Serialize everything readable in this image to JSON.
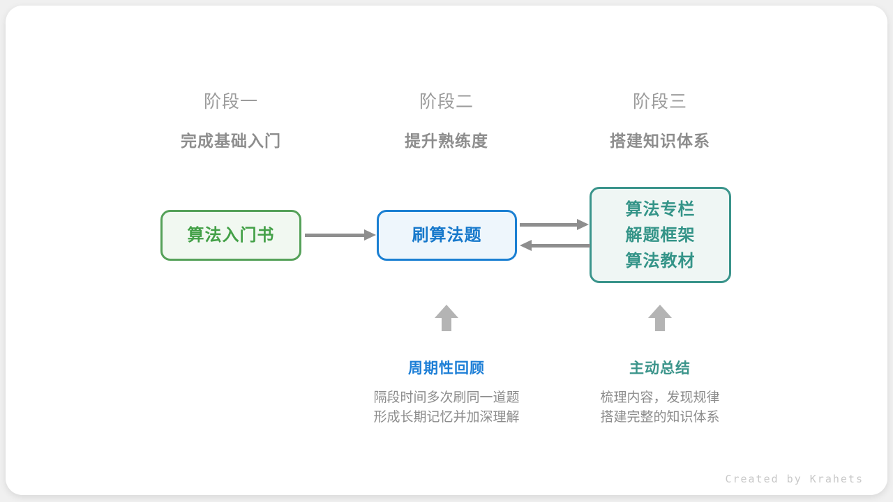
{
  "attribution": "Created by Krahets",
  "stages": [
    {
      "title": "阶段一",
      "subtitle": "完成基础入门"
    },
    {
      "title": "阶段二",
      "subtitle": "提升熟练度"
    },
    {
      "title": "阶段三",
      "subtitle": "搭建知识体系"
    }
  ],
  "nodes": [
    {
      "label": "算法入门书",
      "color": "#43a047"
    },
    {
      "label": "刷算法题",
      "color": "#1678cb"
    },
    {
      "lines": [
        "算法专栏",
        "解题框架",
        "算法教材"
      ],
      "color": "#349488"
    }
  ],
  "arrows": [
    {
      "from": "node-1",
      "to": "node-2",
      "direction": "right",
      "color": "#8e8e8e"
    },
    {
      "from": "node-2",
      "to": "node-3",
      "direction": "right",
      "color": "#8e8e8e"
    },
    {
      "from": "node-3",
      "to": "node-2",
      "direction": "left",
      "color": "#8e8e8e"
    },
    {
      "from": "annotation-1",
      "to": "node-2",
      "direction": "up",
      "color": "#b4b4b4"
    },
    {
      "from": "annotation-2",
      "to": "node-3",
      "direction": "up",
      "color": "#b4b4b4"
    }
  ],
  "annotations": [
    {
      "label": "周期性回顾",
      "color": "#1c7ed6",
      "lines": [
        "隔段时间多次刷同一道题",
        "形成长期记忆并加深理解"
      ]
    },
    {
      "label": "主动总结",
      "color": "#3a948a",
      "lines": [
        "梳理内容，发现规律",
        "搭建完整的知识体系"
      ]
    }
  ]
}
